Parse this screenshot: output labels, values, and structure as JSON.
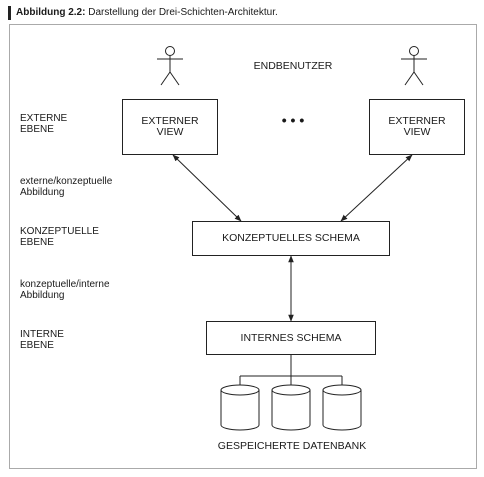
{
  "caption": {
    "label": "Abbildung 2.2:",
    "text": " Darstellung der Drei-Schichten-Architektur."
  },
  "diagram": {
    "end_users": "ENDBENUTZER",
    "levels": {
      "external": "EXTERNE\nEBENE",
      "mapping_external": "externe/konzeptuelle\nAbbildung",
      "conceptual": "KONZEPTUELLE\nEBENE",
      "mapping_internal": "konzeptuelle/interne\nAbbildung",
      "internal": "INTERNE\nEBENE"
    },
    "boxes": {
      "external_view_left": "EXTERNER\nVIEW",
      "ellipsis": "• • •",
      "external_view_right": "EXTERNER\nVIEW",
      "conceptual_schema": "KONZEPTUELLES SCHEMA",
      "internal_schema": "INTERNES SCHEMA"
    },
    "stored_database": "GESPEICHERTE DATENBANK"
  }
}
